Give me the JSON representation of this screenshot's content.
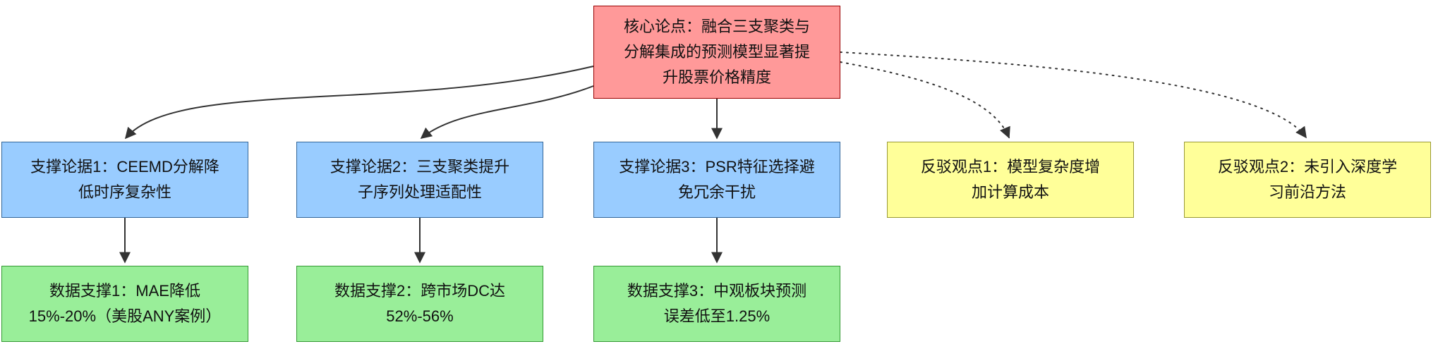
{
  "nodes": {
    "core": {
      "label": "核心论点：融合三支聚类与\n分解集成的预测模型显著提\n升股票价格精度"
    },
    "supports": [
      {
        "label": "支撑论据1：CEEMD分解降\n低时序复杂性"
      },
      {
        "label": "支撑论据2：三支聚类提升\n子序列处理适配性"
      },
      {
        "label": "支撑论据3：PSR特征选择避\n免冗余干扰"
      }
    ],
    "rebuttals": [
      {
        "label": "反驳观点1：模型复杂度增\n加计算成本"
      },
      {
        "label": "反驳观点2：未引入深度学\n习前沿方法"
      }
    ],
    "evidence": [
      {
        "label": "数据支撑1：MAE降低\n15%-20%（美股ANY案例）"
      },
      {
        "label": "数据支撑2：跨市场DC达\n52%-56%"
      },
      {
        "label": "数据支撑3：中观板块预测\n误差低至1.25%"
      }
    ]
  },
  "edges": {
    "support_style": "solid",
    "rebuttal_style": "dotted",
    "evidence_style": "solid"
  },
  "colors": {
    "core_fill": "#FF9999",
    "core_border": "#990000",
    "support_fill": "#99CCFF",
    "support_border": "#336699",
    "rebuttal_fill": "#FFFF99",
    "rebuttal_border": "#999933",
    "evidence_fill": "#99EE99",
    "evidence_border": "#339933",
    "edge_stroke": "#333333",
    "background": "#FFFFFF"
  }
}
